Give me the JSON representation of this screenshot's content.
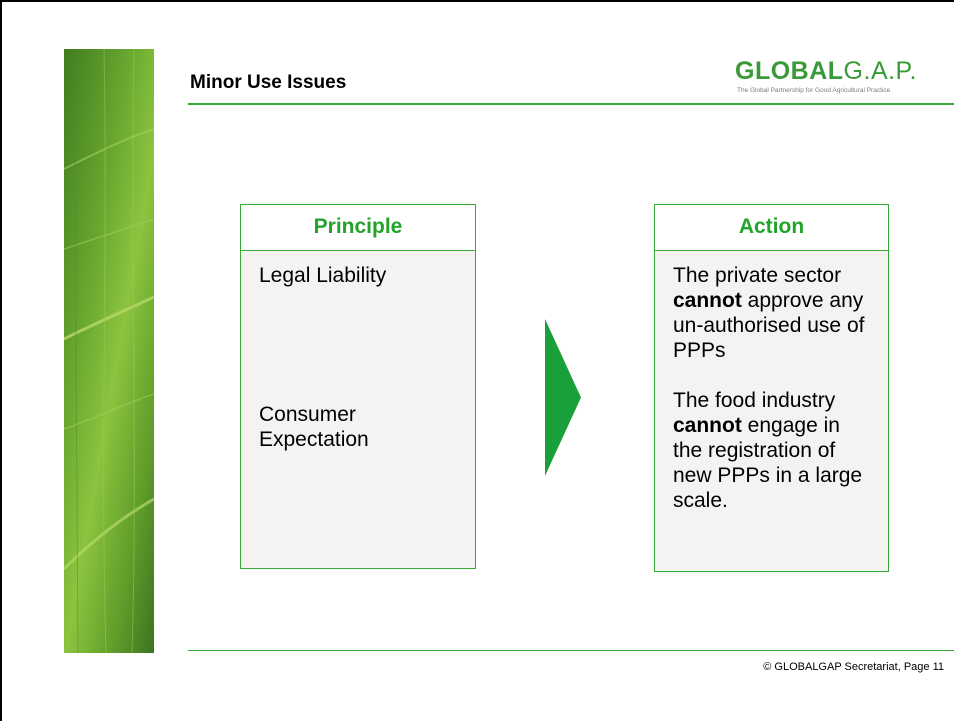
{
  "slide": {
    "title": "Minor Use Issues",
    "footer": "© GLOBALGAP Secretariat, Page 11"
  },
  "logo": {
    "bold_text": "GLOBAL",
    "light_text": "G.A.P.",
    "tagline": "The Global Partnership for Good Agricultural Practice"
  },
  "principle": {
    "heading": "Principle",
    "items": [
      "Legal Liability",
      "Consumer Expectation"
    ]
  },
  "action": {
    "heading": "Action",
    "item1": {
      "before": "The private sector ",
      "bold": "cannot",
      "after": " approve any un-authorised use of PPPs"
    },
    "item2": {
      "before": "The food industry ",
      "bold": "cannot",
      "after": " engage in the registration of new PPPs in a large scale."
    }
  },
  "colors": {
    "accent_green": "#39a935",
    "heading_green": "#22a32a",
    "arrow_green": "#1aa03a",
    "box_fill": "#f4f3f2"
  },
  "icons": {
    "arrow": "right-triangle-arrow-icon",
    "decor": "leaf-texture-image"
  }
}
